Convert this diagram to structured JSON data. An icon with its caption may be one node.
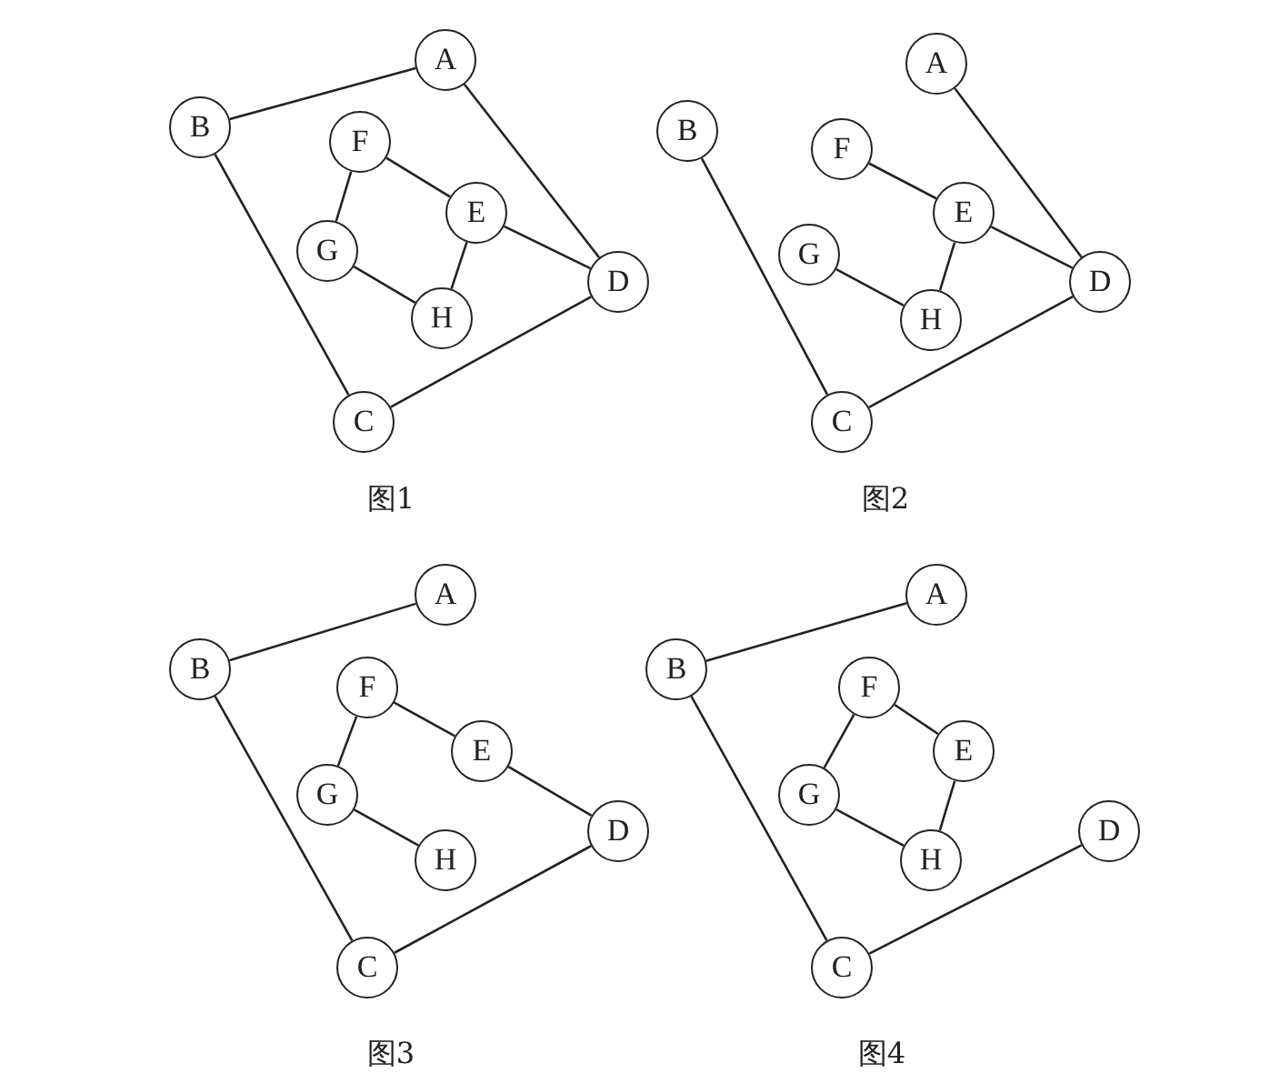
{
  "diagram": {
    "nodes": [
      {
        "text": [
          "A"
        ]
      },
      {
        "text": [
          "B"
        ]
      },
      {
        "text": [
          "C"
        ]
      },
      {
        "text": [
          "D"
        ]
      },
      {
        "text": [
          "E"
        ]
      },
      {
        "text": [
          "F"
        ]
      },
      {
        "text": [
          "G"
        ]
      },
      {
        "text": [
          "H"
        ]
      },
      {
        "text": [
          "A"
        ]
      },
      {
        "text": [
          "B"
        ]
      },
      {
        "text": [
          "C"
        ]
      },
      {
        "text": [
          "D"
        ]
      },
      {
        "text": [
          "E"
        ]
      },
      {
        "text": [
          "F"
        ]
      },
      {
        "text": [
          "G"
        ]
      },
      {
        "text": [
          "H"
        ]
      },
      {
        "text": [
          "A"
        ]
      },
      {
        "text": [
          "B"
        ]
      },
      {
        "text": [
          "C"
        ]
      },
      {
        "text": [
          "D"
        ]
      },
      {
        "text": [
          "E"
        ]
      },
      {
        "text": [
          "F"
        ]
      },
      {
        "text": [
          "G"
        ]
      },
      {
        "text": [
          "H"
        ]
      },
      {
        "text": [
          "A"
        ]
      },
      {
        "text": [
          "B"
        ]
      },
      {
        "text": [
          "C"
        ]
      },
      {
        "text": [
          "D"
        ]
      },
      {
        "text": [
          "E"
        ]
      },
      {
        "text": [
          "F"
        ]
      },
      {
        "text": [
          "G"
        ]
      },
      {
        "text": [
          "H"
        ]
      }
    ],
    "edges": [
      {
        "from": 0,
        "to": 1,
        "arrow": "none"
      },
      {
        "from": 1,
        "to": 2,
        "arrow": "none"
      },
      {
        "from": 2,
        "to": 3,
        "arrow": "none"
      },
      {
        "from": 0,
        "to": 3,
        "arrow": "none"
      },
      {
        "from": 5,
        "to": 4,
        "arrow": "none"
      },
      {
        "from": 5,
        "to": 6,
        "arrow": "none"
      },
      {
        "from": 6,
        "to": 7,
        "arrow": "none"
      },
      {
        "from": 7,
        "to": 4,
        "arrow": "none"
      },
      {
        "from": 4,
        "to": 3,
        "arrow": "none"
      },
      {
        "from": 8,
        "to": 11,
        "arrow": "none"
      },
      {
        "from": 9,
        "to": 10,
        "arrow": "none"
      },
      {
        "from": 10,
        "to": 11,
        "arrow": "none"
      },
      {
        "from": 13,
        "to": 12,
        "arrow": "none"
      },
      {
        "from": 12,
        "to": 11,
        "arrow": "none"
      },
      {
        "from": 12,
        "to": 15,
        "arrow": "none"
      },
      {
        "from": 14,
        "to": 15,
        "arrow": "none"
      },
      {
        "from": 16,
        "to": 17,
        "arrow": "none"
      },
      {
        "from": 17,
        "to": 18,
        "arrow": "none"
      },
      {
        "from": 18,
        "to": 19,
        "arrow": "none"
      },
      {
        "from": 21,
        "to": 20,
        "arrow": "none"
      },
      {
        "from": 21,
        "to": 22,
        "arrow": "none"
      },
      {
        "from": 22,
        "to": 23,
        "arrow": "none"
      },
      {
        "from": 20,
        "to": 19,
        "arrow": "none"
      },
      {
        "from": 24,
        "to": 25,
        "arrow": "none"
      },
      {
        "from": 25,
        "to": 26,
        "arrow": "none"
      },
      {
        "from": 26,
        "to": 27,
        "arrow": "none"
      },
      {
        "from": 29,
        "to": 28,
        "arrow": "none"
      },
      {
        "from": 29,
        "to": 30,
        "arrow": "none"
      },
      {
        "from": 30,
        "to": 31,
        "arrow": "none"
      },
      {
        "from": 31,
        "to": 28,
        "arrow": "none"
      }
    ],
    "labels": [
      "图1",
      "图2",
      "图3",
      "图4"
    ]
  }
}
